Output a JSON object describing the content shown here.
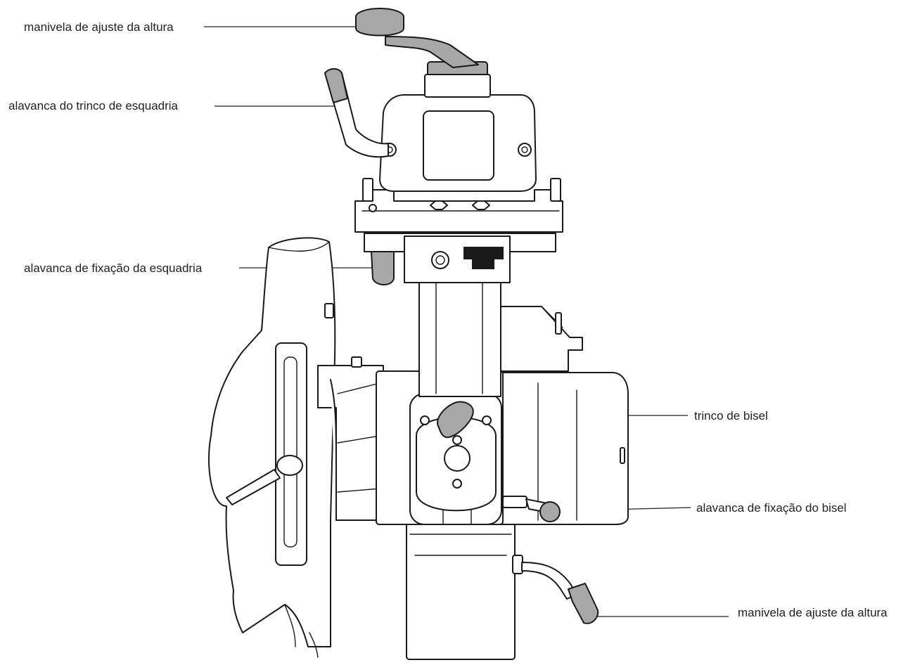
{
  "diagram": {
    "labels": {
      "height_crank_top": "manivela de ajuste da altura",
      "miter_latch_lever": "alavanca do trinco de esquadria",
      "miter_lock_lever": "alavanca de fixação da esquadria",
      "bevel_latch": "trinco de bisel",
      "bevel_lock_lever": "alavanca de fixação do bisel",
      "height_crank_bottom": "manivela de ajuste da altura"
    },
    "colors": {
      "line": "#1a1a1a",
      "handle_fill": "#a8a8a8",
      "background": "#ffffff"
    }
  }
}
